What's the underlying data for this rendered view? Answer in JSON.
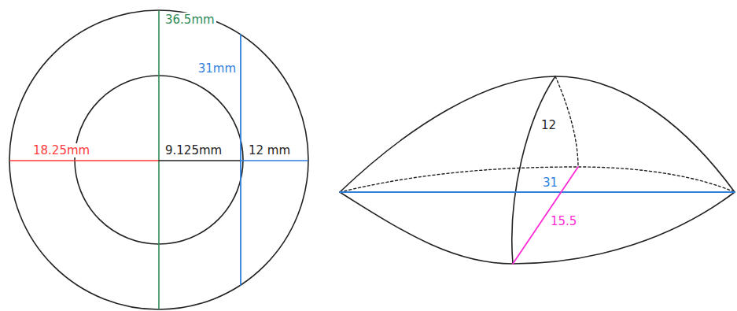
{
  "diagram": {
    "labels": [
      "36.5mm",
      "31mm",
      "18.25mm",
      "9.125mm",
      "12 mm",
      "12",
      "31",
      "15.5"
    ]
  }
}
